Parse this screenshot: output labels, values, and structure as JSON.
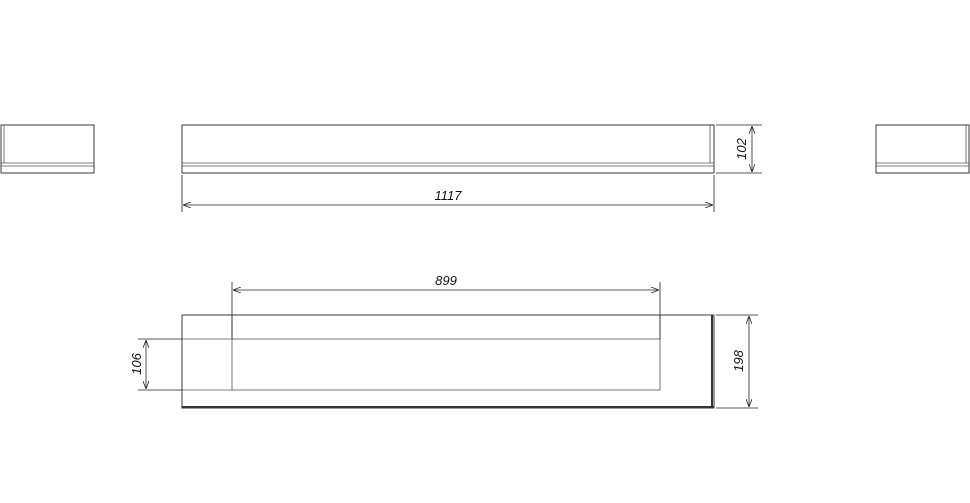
{
  "dimensions": {
    "front_length": "1117",
    "front_height": "102",
    "top_inner_length": "899",
    "top_depth": "198",
    "top_inner_depth": "106"
  },
  "colors": {
    "line": "#3a3a3a",
    "text": "#111111",
    "background": "#ffffff"
  }
}
